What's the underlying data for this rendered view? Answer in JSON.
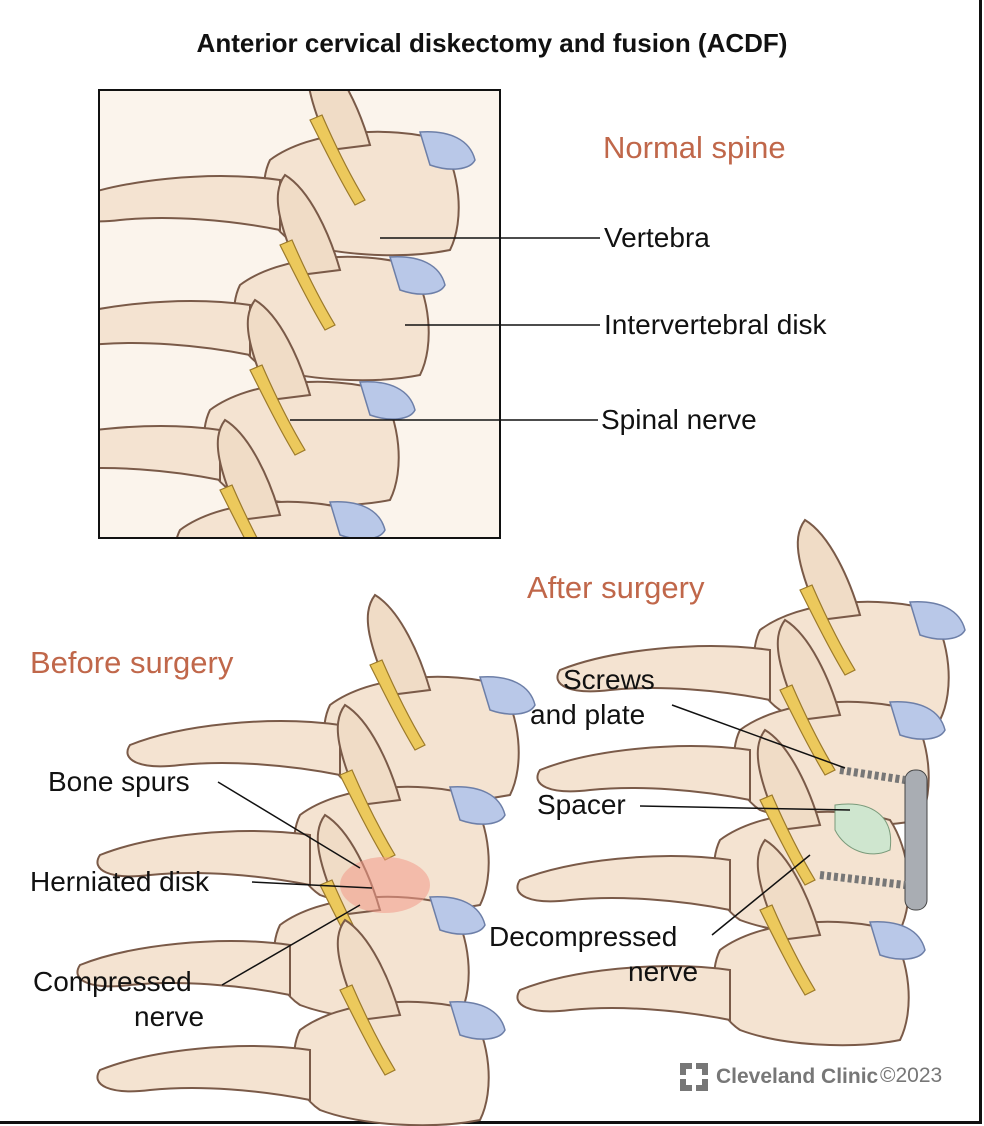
{
  "title": "Anterior cervical diskectomy and fusion (ACDF)",
  "normal": {
    "heading": "Normal spine",
    "labels": {
      "vertebra": "Vertebra",
      "disk": "Intervertebral disk",
      "nerve": "Spinal nerve"
    }
  },
  "before": {
    "heading": "Before surgery",
    "labels": {
      "spurs": "Bone spurs",
      "herniated": "Herniated disk",
      "compressed_1": "Compressed",
      "compressed_2": "nerve"
    }
  },
  "after": {
    "heading": "After surgery",
    "labels": {
      "screws_1": "Screws",
      "screws_2": "and plate",
      "spacer": "Spacer",
      "decompressed_1": "Decompressed",
      "decompressed_2": "nerve"
    }
  },
  "footer": {
    "brand": "Cleveland Clinic",
    "copyright": "©2023"
  },
  "colors": {
    "heading": "#c0674a",
    "bone": "#f4e3d1",
    "disk": "#b9c8e8",
    "nerve": "#ecc95c",
    "inflammation": "#f39a8a",
    "spacer": "#cfe6cf"
  }
}
